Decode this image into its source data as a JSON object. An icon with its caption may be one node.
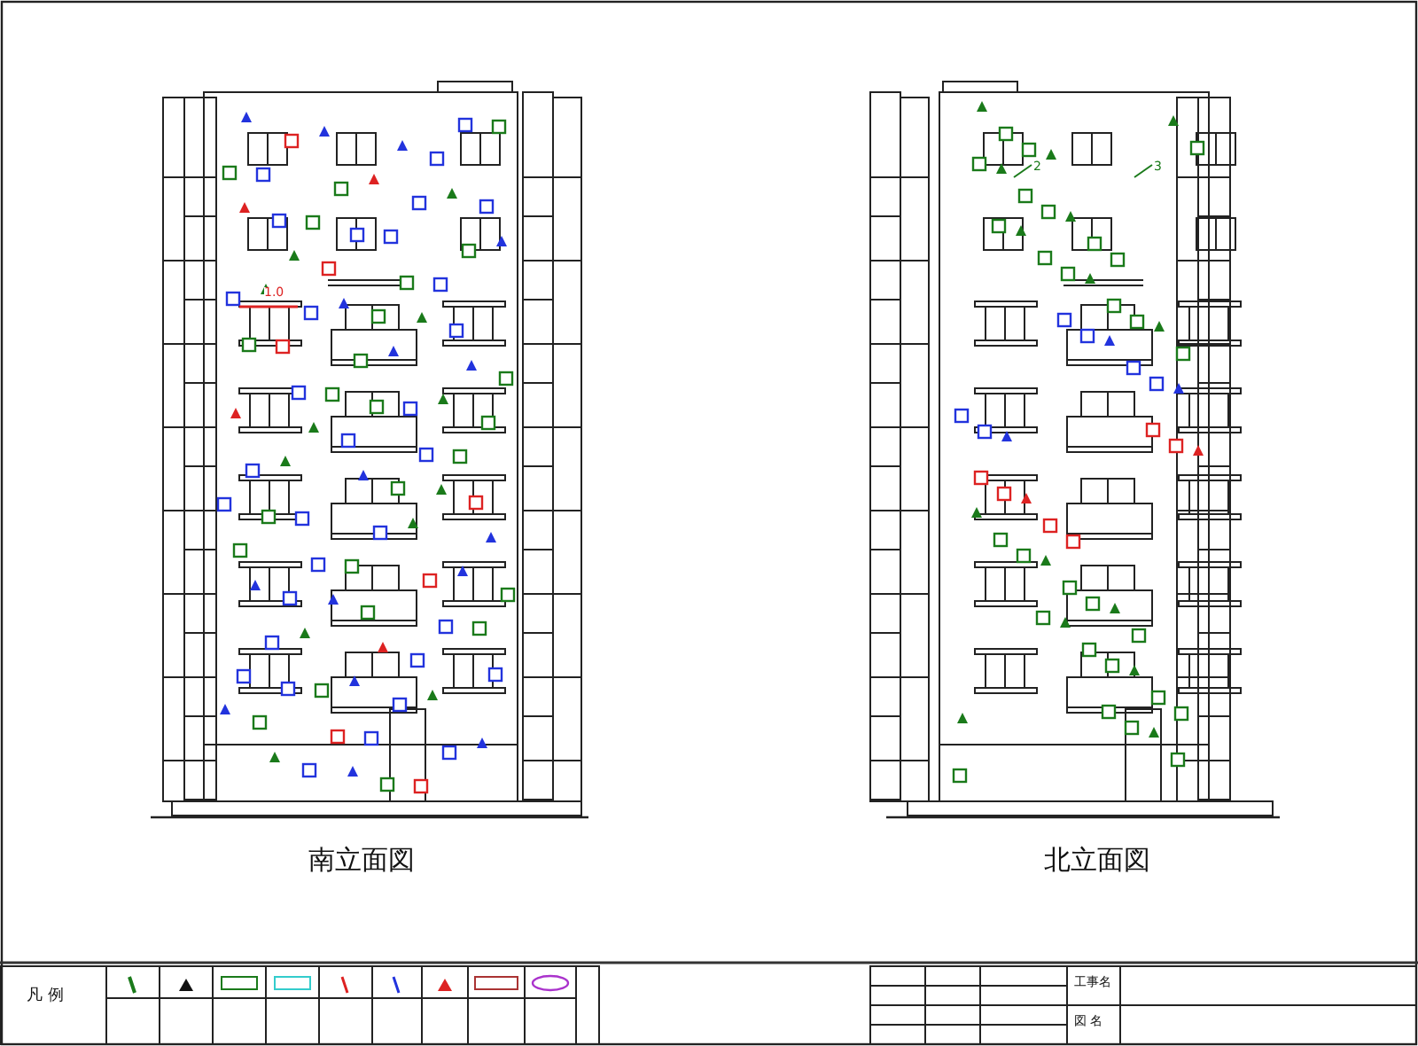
{
  "diagram": {
    "labels": [
      "南立面図",
      "北立面図",
      "凡 例",
      "1.0",
      "2",
      "3",
      "工事名",
      "図 名"
    ]
  }
}
